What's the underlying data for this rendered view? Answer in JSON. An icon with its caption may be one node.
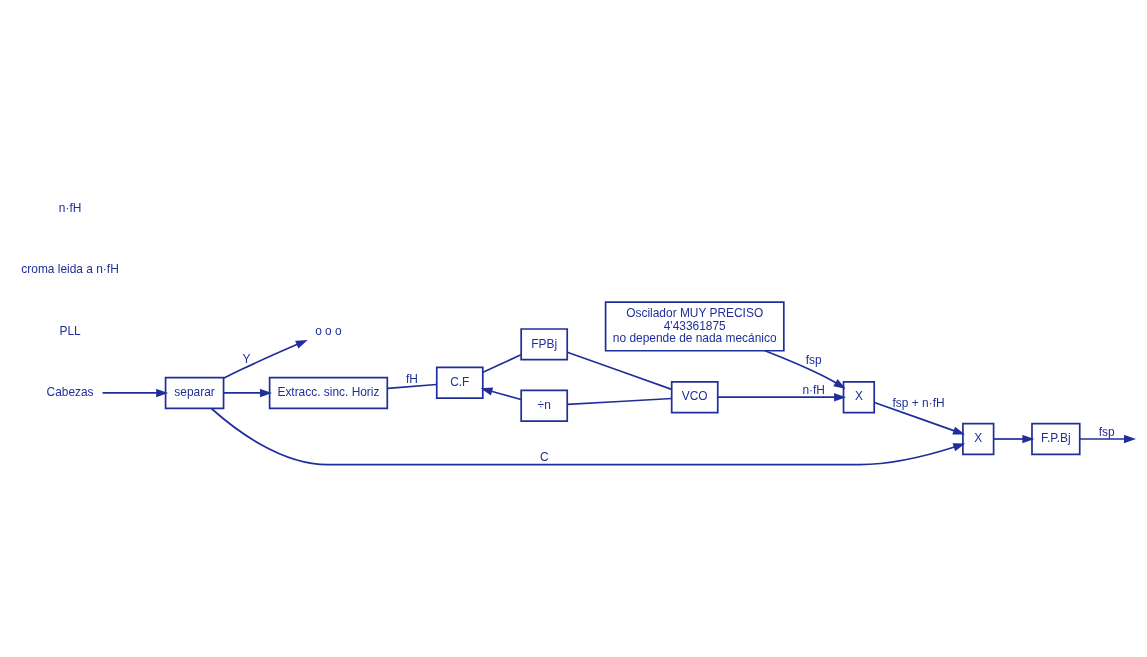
{
  "diagram": {
    "nodes": [
      {
        "text": [
          "Cabezas"
        ]
      },
      {
        "text": [
          "separar"
        ]
      },
      {
        "text": [
          "o o o"
        ]
      },
      {
        "text": [
          "Extracc. sinc. Horiz"
        ]
      },
      {
        "text": [
          "C.F"
        ]
      },
      {
        "text": [
          "FPBj"
        ]
      },
      {
        "text": [
          "VCO"
        ]
      },
      {
        "text": [
          "÷n"
        ]
      },
      {
        "text": [
          "Oscilador MUY PRECISO",
          "4'43361875",
          "no depende de nada mecánico"
        ]
      },
      {
        "text": [
          "X"
        ]
      },
      {
        "text": [
          "X"
        ]
      },
      {
        "text": [
          "F.P.Bj"
        ]
      }
    ],
    "edges": [
      {
        "from": 0,
        "to": 1,
        "arrow": "to"
      },
      {
        "from": 1,
        "to": 2,
        "arrow": "to",
        "label": "Y"
      },
      {
        "from": 1,
        "to": 3,
        "arrow": "to"
      },
      {
        "from": 1,
        "to": 10,
        "arrow": "to",
        "label": "C"
      },
      {
        "from": 3,
        "to": 4,
        "arrow": "none",
        "label": "fH"
      },
      {
        "from": 4,
        "to": 5,
        "arrow": "none"
      },
      {
        "from": 5,
        "to": 6,
        "arrow": "none"
      },
      {
        "from": 6,
        "to": 9,
        "arrow": "to",
        "label": "n·fH"
      },
      {
        "from": 6,
        "to": 7,
        "arrow": "none"
      },
      {
        "from": 7,
        "to": 4,
        "arrow": "to"
      },
      {
        "from": 8,
        "to": 9,
        "arrow": "to",
        "label": "fsp"
      },
      {
        "from": 9,
        "to": 10,
        "arrow": "to",
        "label": "fsp + n·fH"
      },
      {
        "from": 10,
        "to": 11,
        "arrow": "to"
      },
      {
        "from": 11,
        "to": null,
        "arrow": "to",
        "label": "fsp"
      }
    ],
    "labels": [
      "PLL",
      "croma leida a n·fH",
      "n·fH"
    ]
  }
}
